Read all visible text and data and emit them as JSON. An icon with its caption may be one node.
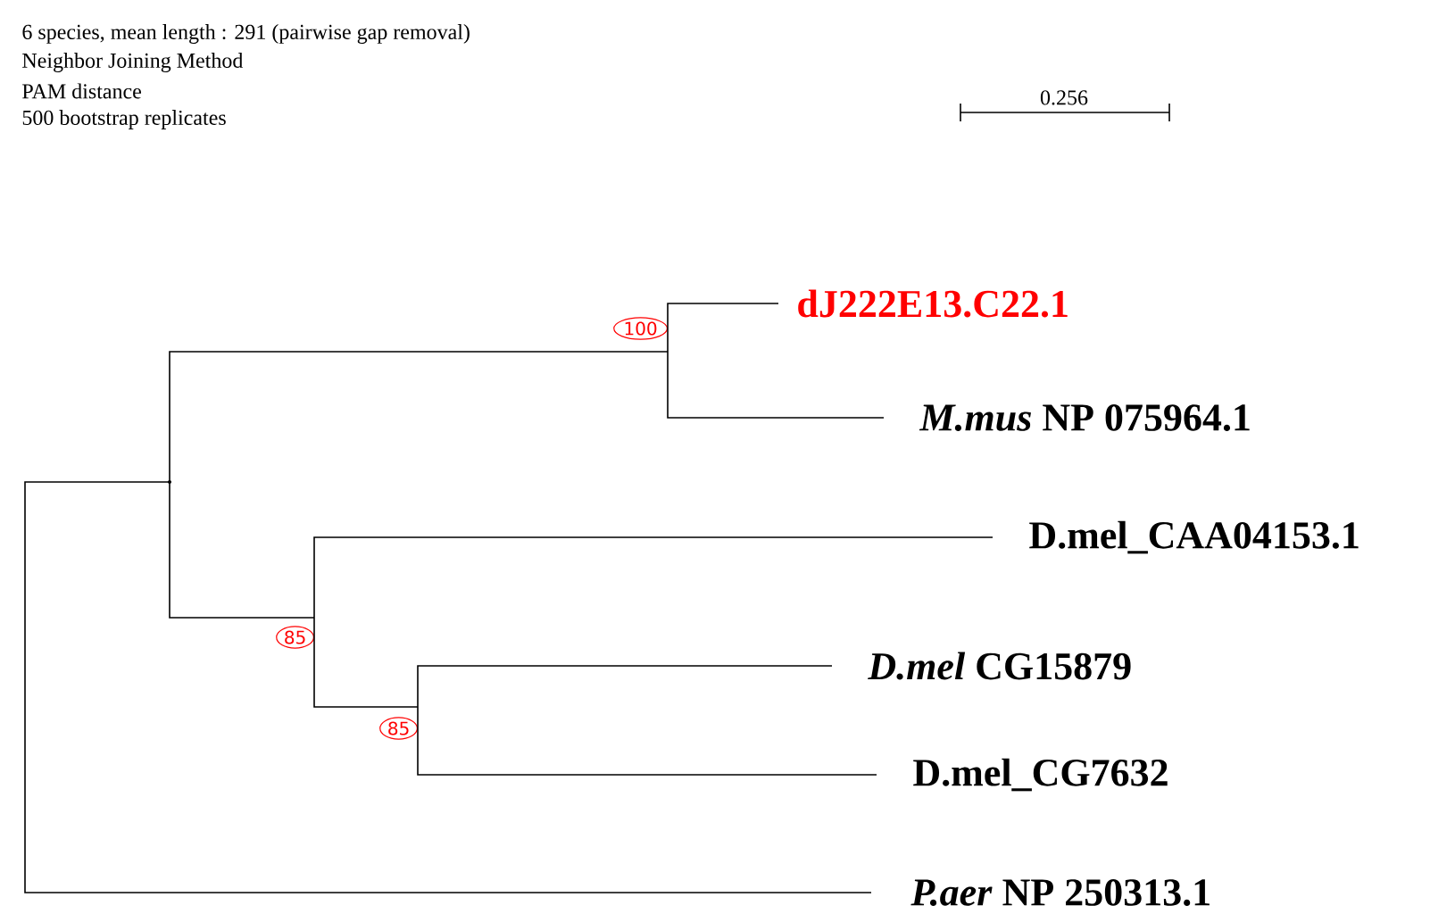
{
  "diagram": {
    "nodes": [
      {
        "text": [],
        "shape": "point"
      },
      {
        "text": [
          "100"
        ]
      },
      {
        "text": [
          "dJ222E13.C22.1"
        ]
      },
      {
        "text": [
          "*M.mus* NP 075964.1"
        ]
      },
      {
        "text": [
          "85"
        ]
      },
      {
        "text": [
          "D.mel_CAA04153.1"
        ]
      },
      {
        "text": [
          "85"
        ]
      },
      {
        "text": [
          "*D.mel* CG15879"
        ]
      },
      {
        "text": [
          "D.mel_CG7632"
        ]
      },
      {
        "text": [
          "*P.aer* NP 250313.1"
        ]
      }
    ],
    "edges": [
      {
        "from": 0,
        "to": 1,
        "arrow": "none"
      },
      {
        "from": 0,
        "to": 4,
        "arrow": "none"
      },
      {
        "from": 0,
        "to": 9,
        "arrow": "none"
      },
      {
        "from": 1,
        "to": 2,
        "arrow": "none"
      },
      {
        "from": 1,
        "to": 3,
        "arrow": "none"
      },
      {
        "from": 4,
        "to": 5,
        "arrow": "none"
      },
      {
        "from": 4,
        "to": 6,
        "arrow": "none"
      },
      {
        "from": 6,
        "to": 7,
        "arrow": "none"
      },
      {
        "from": 6,
        "to": 8,
        "arrow": "none"
      }
    ],
    "labels": [
      "6 species, mean length : 291 (pairwise gap removal)",
      "Neighbor Joining Method",
      "PAM distance",
      "500 bootstrap replicates",
      "0.256"
    ]
  }
}
